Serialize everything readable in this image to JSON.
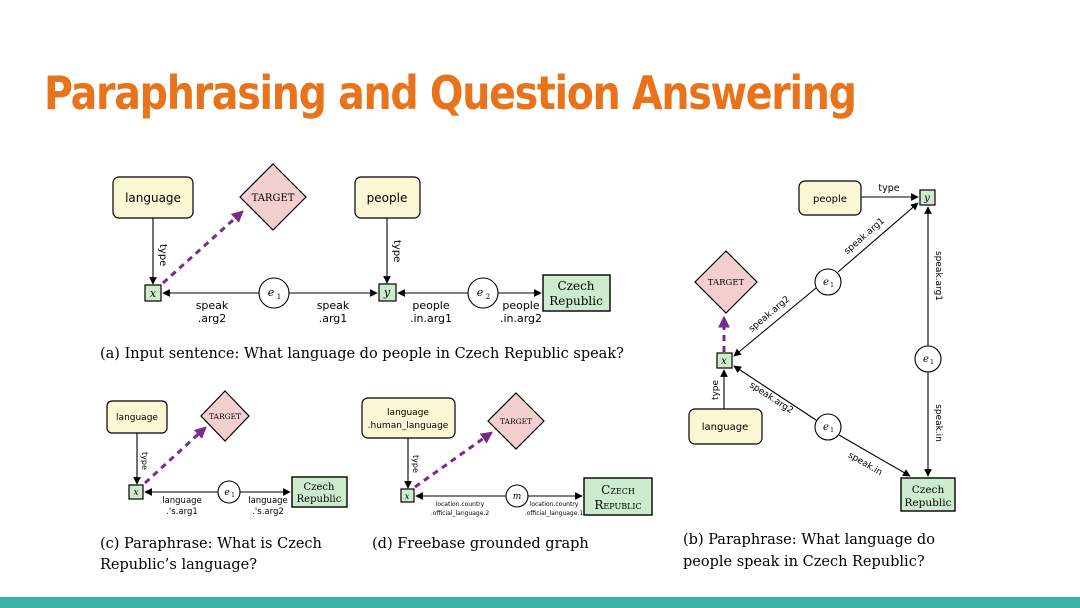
{
  "slide": {
    "title": "Paraphrasing and Question Answering",
    "title_color": "#e8731b",
    "footer_color": "#3fb0a4"
  },
  "diagram_a": {
    "node_language": "language",
    "node_target": "TARGET",
    "node_people": "people",
    "node_x": "x",
    "node_y": "y",
    "node_e1": "e",
    "node_e1_sub": "1",
    "node_e2": "e",
    "node_e2_sub": "2",
    "node_entity_line1": "Czech",
    "node_entity_line2": "Republic",
    "edge_type_1": "type",
    "edge_type_2": "type",
    "edge_speak_arg2_l1": "speak",
    "edge_speak_arg2_l2": ".arg2",
    "edge_speak_arg1_l1": "speak",
    "edge_speak_arg1_l2": ".arg1",
    "edge_people_in_arg1_l1": "people",
    "edge_people_in_arg1_l2": ".in.arg1",
    "edge_people_in_arg2_l1": "people",
    "edge_people_in_arg2_l2": ".in.arg2",
    "caption": "(a) Input sentence: What language do people in Czech Republic speak?"
  },
  "diagram_b": {
    "node_people": "people",
    "node_y": "y",
    "node_target": "TARGET",
    "node_x": "x",
    "node_language": "language",
    "node_e1_top": "e",
    "node_e1_top_sub": "1",
    "node_e1_right": "e",
    "node_e1_right_sub": "1",
    "node_e1_bottom": "e",
    "node_e1_bottom_sub": "1",
    "node_entity_line1": "Czech",
    "node_entity_line2": "Republic",
    "edge_type_top": "type",
    "edge_type_left": "type",
    "edge_speak_arg1_diag": "speak.arg1",
    "edge_speak_arg2_upper": "speak.arg2",
    "edge_speak_arg1_vert": "speak.arg1",
    "edge_speak_in_vert": "speak.in",
    "edge_speak_arg2_lower": "speak.arg2",
    "edge_speak_in_diag": "speak.in",
    "caption_line1": "(b) Paraphrase:  What language do",
    "caption_line2": "people speak in Czech Republic?"
  },
  "diagram_c": {
    "node_language": "language",
    "node_target": "TARGET",
    "node_x": "x",
    "node_e1": "e",
    "node_e1_sub": "1",
    "node_entity_line1": "Czech",
    "node_entity_line2": "Republic",
    "edge_type": "type",
    "edge_left_l1": "language",
    "edge_left_l2": ".'s.arg1",
    "edge_right_l1": "language",
    "edge_right_l2": ".'s.arg2",
    "caption_line1": "(c) Paraphrase:  What is Czech",
    "caption_line2": "Republic’s language?"
  },
  "diagram_d": {
    "node_language_l1": "language",
    "node_language_l2": ".human_language",
    "node_target": "TARGET",
    "node_x": "x",
    "node_m": "m",
    "node_entity_line1": "Czech",
    "node_entity_line2": "Republic",
    "edge_type": "type",
    "edge_left_l1": "location.country",
    "edge_left_l2": ".official_language.2",
    "edge_right_l1": "location.country",
    "edge_right_l2": ".official_language.1",
    "caption": "(d) Freebase grounded graph"
  }
}
